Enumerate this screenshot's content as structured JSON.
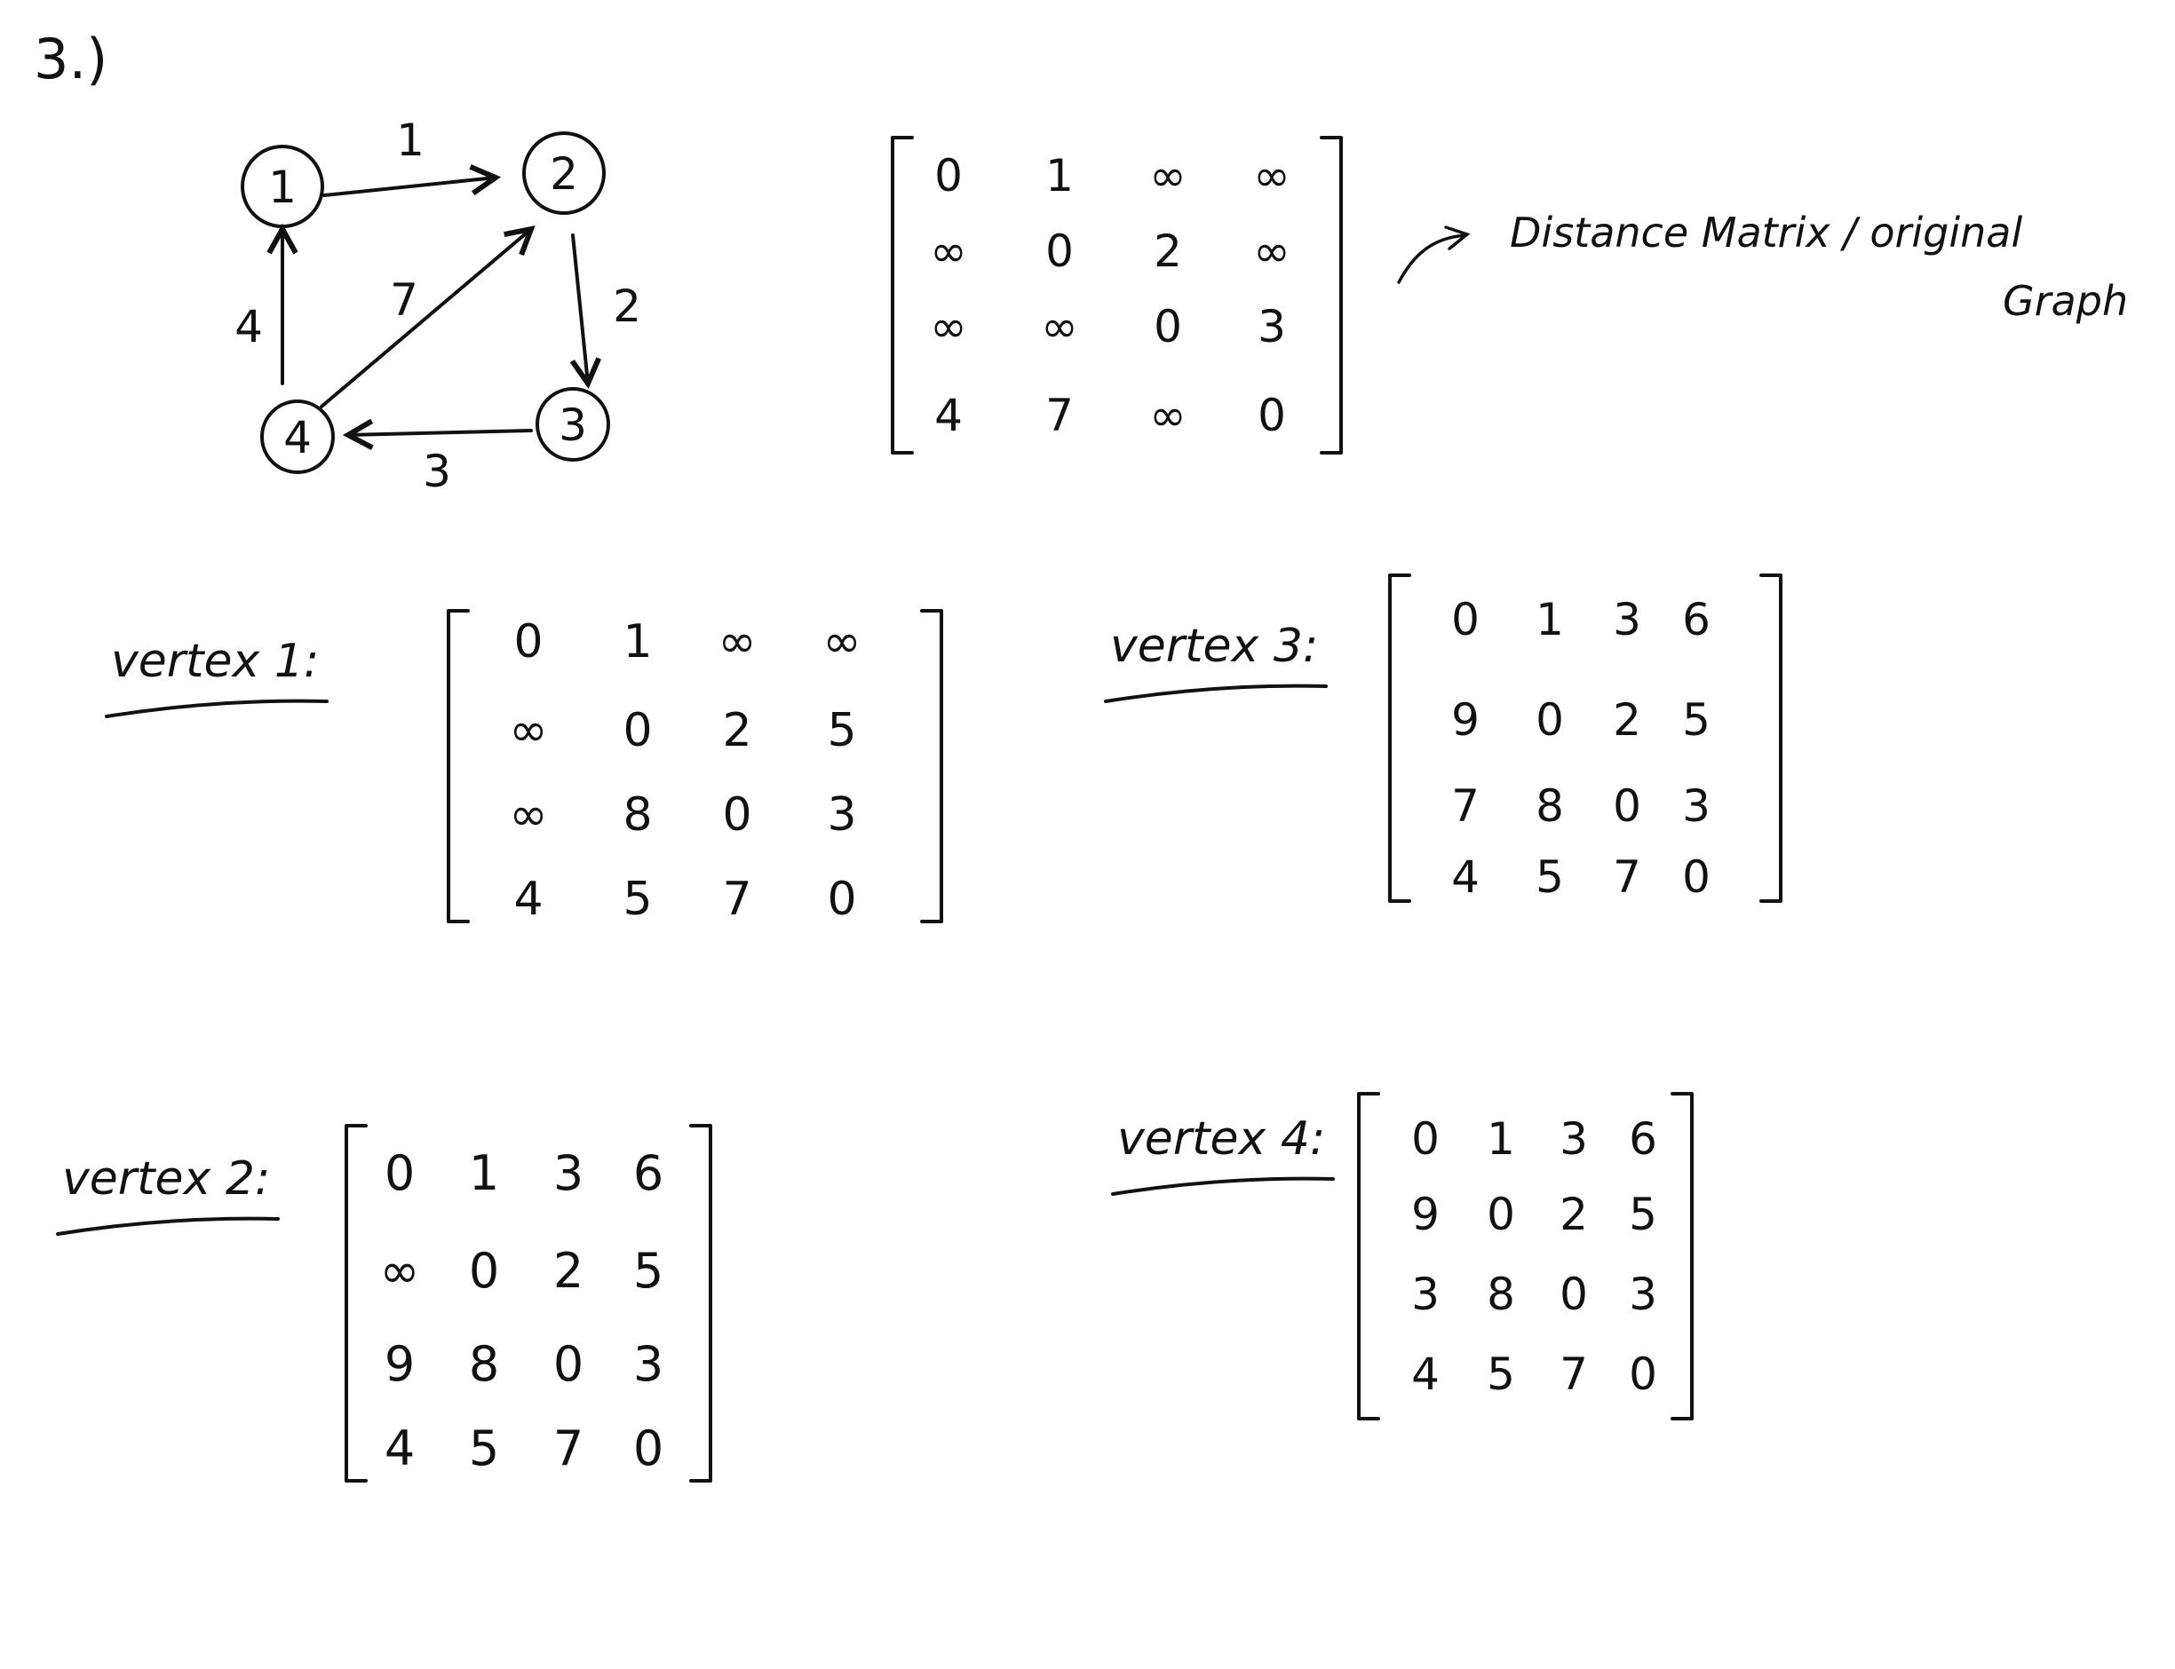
{
  "problem_label": "3.)",
  "graph": {
    "nodes": [
      "1",
      "2",
      "3",
      "4"
    ],
    "edges": [
      {
        "from": "1",
        "to": "2",
        "weight": "1"
      },
      {
        "from": "2",
        "to": "3",
        "weight": "2"
      },
      {
        "from": "3",
        "to": "4",
        "weight": "3"
      },
      {
        "from": "4",
        "to": "1",
        "weight": "4"
      },
      {
        "from": "4",
        "to": "2",
        "weight": "7"
      }
    ]
  },
  "annotation": {
    "line1": "Distance Matrix / original",
    "line2": "Graph"
  },
  "matrices": [
    {
      "label": "",
      "rows": [
        [
          "0",
          "1",
          "∞",
          "∞"
        ],
        [
          "∞",
          "0",
          "2",
          "∞"
        ],
        [
          "∞",
          "∞",
          "0",
          "3"
        ],
        [
          "4",
          "7",
          "∞",
          "0"
        ]
      ]
    },
    {
      "label": "vertex 1:",
      "rows": [
        [
          "0",
          "1",
          "∞",
          "∞"
        ],
        [
          "∞",
          "0",
          "2",
          "5"
        ],
        [
          "∞",
          "8",
          "0",
          "3"
        ],
        [
          "4",
          "5",
          "7",
          "0"
        ]
      ]
    },
    {
      "label": "vertex 3:",
      "rows": [
        [
          "0",
          "1",
          "3",
          "6"
        ],
        [
          "9",
          "0",
          "2",
          "5"
        ],
        [
          "7",
          "8",
          "0",
          "3"
        ],
        [
          "4",
          "5",
          "7",
          "0"
        ]
      ]
    },
    {
      "label": "vertex 2:",
      "rows": [
        [
          "0",
          "1",
          "3",
          "6"
        ],
        [
          "∞",
          "0",
          "2",
          "5"
        ],
        [
          "9",
          "8",
          "0",
          "3"
        ],
        [
          "4",
          "5",
          "7",
          "0"
        ]
      ]
    },
    {
      "label": "vertex 4:",
      "rows": [
        [
          "0",
          "1",
          "3",
          "6"
        ],
        [
          "9",
          "0",
          "2",
          "5"
        ],
        [
          "3",
          "8",
          "0",
          "3"
        ],
        [
          "4",
          "5",
          "7",
          "0"
        ]
      ]
    }
  ]
}
